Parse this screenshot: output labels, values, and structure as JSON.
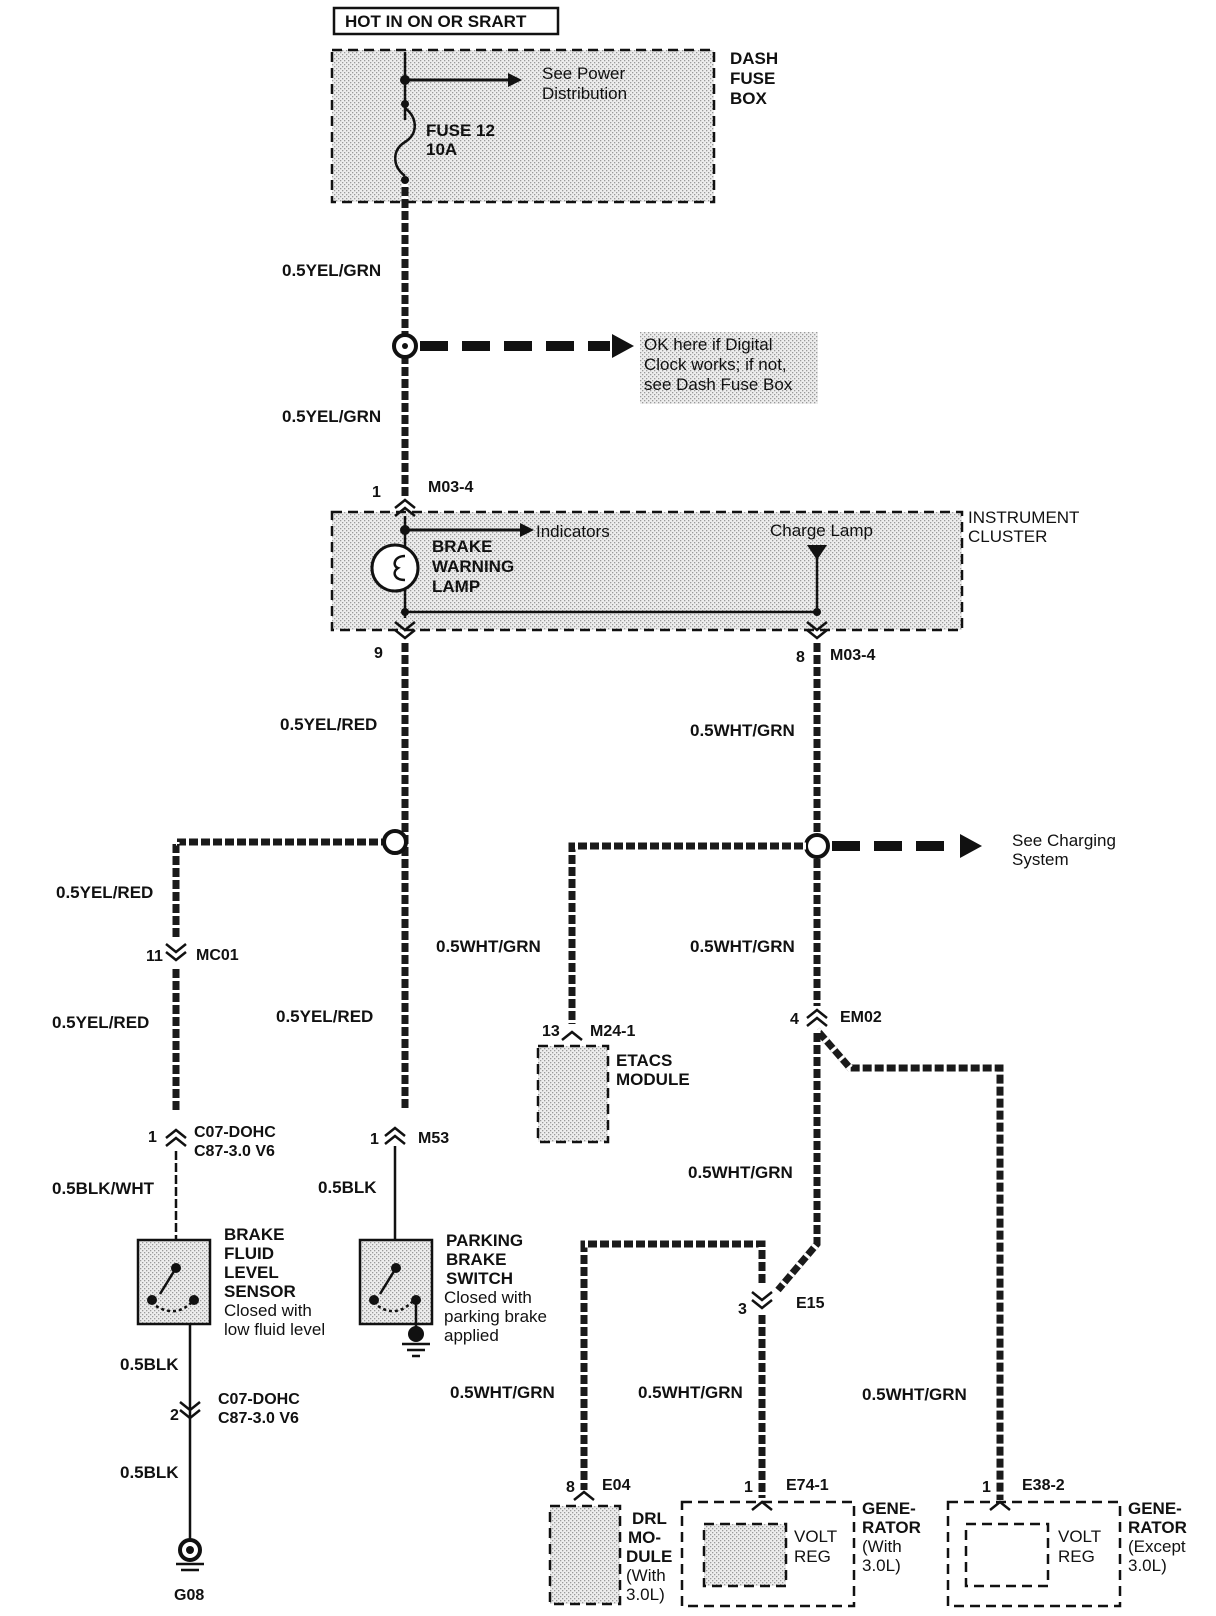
{
  "diagram": {
    "header": "HOT IN ON OR SRART",
    "dash_fuse_box": {
      "label_lines": [
        "DASH",
        "FUSE",
        "BOX"
      ],
      "power_note_lines": [
        "See Power",
        "Distribution"
      ],
      "fuse_lines": [
        "FUSE 12",
        "10A"
      ]
    },
    "wires": {
      "w1": "0.5YEL/GRN",
      "w2": "0.5YEL/GRN",
      "w3": "0.5YEL/RED",
      "w4": "0.5YEL/RED",
      "w5": "0.5YEL/RED",
      "w6": "0.5YEL/RED",
      "w7": "0.5BLK/WHT",
      "w8": "0.5BLK",
      "w9": "0.5BLK",
      "w10": "0.5BLK",
      "w11": "0.5WHT/GRN",
      "w12": "0.5WHT/GRN",
      "w13": "0.5WHT/GRN",
      "w14": "0.5WHT/GRN",
      "w15": "0.5WHT/GRN",
      "w16": "0.5WHT/GRN",
      "w17": "0.5WHT/GRN"
    },
    "clock_note_lines": [
      "OK here if Digital",
      "Clock works; if not,",
      "see Dash Fuse Box"
    ],
    "instrument_cluster": {
      "label_lines": [
        "INSTRUMENT",
        "CLUSTER"
      ],
      "connector_top": "M03-4",
      "pin_top": "1",
      "indicators": "Indicators",
      "charge_lamp": "Charge Lamp",
      "lamp_lines": [
        "BRAKE",
        "WARNING",
        "LAMP"
      ],
      "pin_left_bottom": "9",
      "pin_right_bottom": "8",
      "connector_bottom": "M03-4"
    },
    "charging_note_lines": [
      "See Charging",
      "System"
    ],
    "mc01": {
      "pin": "11",
      "name": "MC01"
    },
    "c07_top": {
      "pin": "1",
      "lines": [
        "C07-DOHC",
        "C87-3.0 V6"
      ]
    },
    "c07_bottom": {
      "pin": "2",
      "lines": [
        "C07-DOHC",
        "C87-3.0 V6"
      ]
    },
    "m53": {
      "pin": "1",
      "name": "M53"
    },
    "brake_fluid": {
      "lines": [
        "BRAKE",
        "FLUID",
        "LEVEL",
        "SENSOR"
      ],
      "note_lines": [
        "Closed with",
        "low fluid level"
      ]
    },
    "parking_brake": {
      "lines": [
        "PARKING",
        "BRAKE",
        "SWITCH"
      ],
      "note_lines": [
        "Closed with",
        "parking brake",
        "applied"
      ]
    },
    "ground": "G08",
    "etacs": {
      "pin": "13",
      "connector": "M24-1",
      "lines": [
        "ETACS",
        "MODULE"
      ]
    },
    "em02": {
      "pin": "4",
      "name": "EM02"
    },
    "e15": {
      "pin": "3",
      "name": "E15"
    },
    "e04": {
      "pin": "8",
      "name": "E04"
    },
    "drl": {
      "lines": [
        "DRL",
        "MO-",
        "DULE",
        "(With",
        "3.0L)"
      ]
    },
    "e74": {
      "pin": "1",
      "name": "E74-1"
    },
    "gen1": {
      "volt_lines": [
        "VOLT",
        "REG"
      ],
      "lines": [
        "GENE-",
        "RATOR",
        "(With",
        "3.0L)"
      ]
    },
    "e38": {
      "pin": "1",
      "name": "E38-2"
    },
    "gen2": {
      "volt_lines": [
        "VOLT",
        "REG"
      ],
      "lines": [
        "GENE-",
        "RATOR",
        "(Except",
        "3.0L)"
      ]
    }
  }
}
